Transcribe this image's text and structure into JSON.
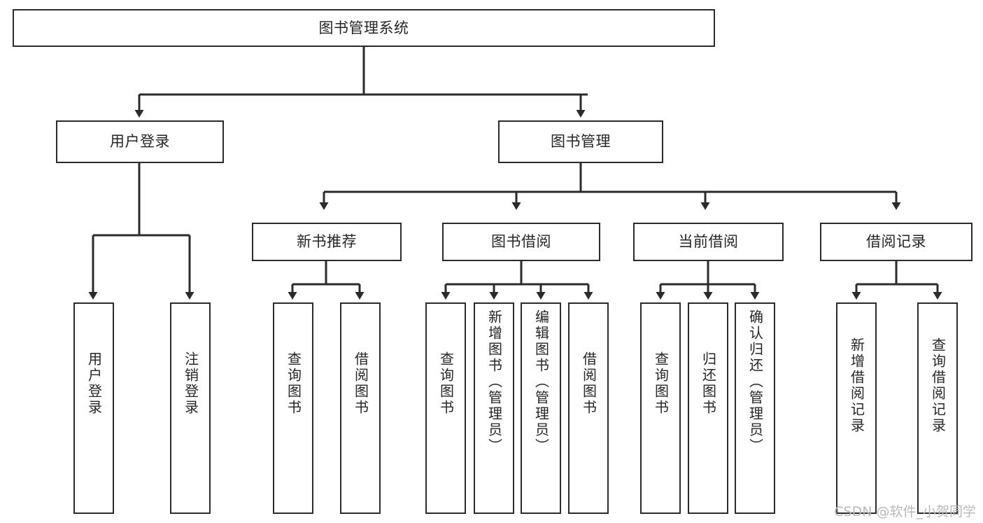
{
  "diagram": {
    "type": "tree",
    "title": "图书管理系统",
    "root": {
      "label": "图书管理系统"
    },
    "level2": [
      {
        "label": "用户登录"
      },
      {
        "label": "图书管理"
      }
    ],
    "level3": [
      {
        "label": "新书推荐"
      },
      {
        "label": "图书借阅"
      },
      {
        "label": "当前借阅"
      },
      {
        "label": "借阅记录"
      }
    ],
    "leaves": {
      "user_login": [
        {
          "label": "用户登录"
        },
        {
          "label": "注销登录"
        }
      ],
      "new_book_recommend": [
        {
          "label": "查询图书"
        },
        {
          "label": "借阅图书"
        }
      ],
      "book_borrow": [
        {
          "label": "查询图书"
        },
        {
          "label": "新增图书（管理员）"
        },
        {
          "label": "编辑图书（管理员）"
        },
        {
          "label": "借阅图书"
        }
      ],
      "current_borrow": [
        {
          "label": "查询图书"
        },
        {
          "label": "归还图书"
        },
        {
          "label": "确认归还（管理员）"
        }
      ],
      "borrow_record": [
        {
          "label": "新增借阅记录"
        },
        {
          "label": "查询借阅记录"
        }
      ]
    }
  },
  "watermark": {
    "text": "CSDN @软件_小贺同学"
  },
  "colors": {
    "border": "#2b2b2b",
    "text": "#262626",
    "background": "#ffffff",
    "watermark": "#b9b9b9"
  }
}
